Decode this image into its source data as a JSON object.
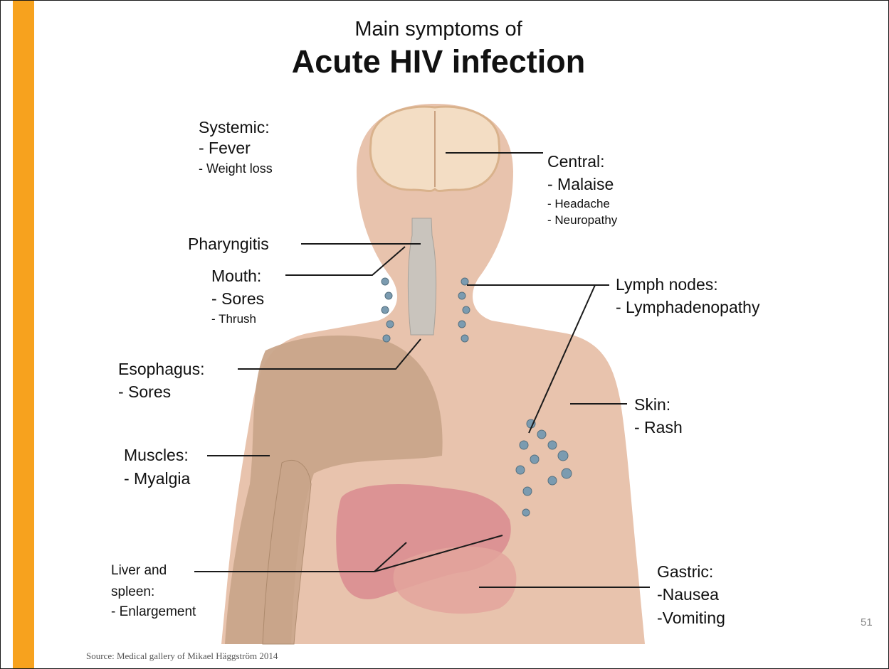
{
  "title": {
    "line1": "Main symptoms of",
    "line2": "Acute HIV infection"
  },
  "labels": {
    "systemic": {
      "heading": "Systemic:",
      "item1": "- Fever",
      "item2": "- Weight loss"
    },
    "central": {
      "heading": "Central:",
      "item1": "- Malaise",
      "item2": "- Headache",
      "item3": "- Neuropathy"
    },
    "pharyngitis": {
      "heading": "Pharyngitis"
    },
    "mouth": {
      "heading": "Mouth:",
      "item1": "- Sores",
      "item2": "- Thrush"
    },
    "lymph": {
      "heading": "Lymph nodes:",
      "item1": "- Lymphadenopathy"
    },
    "esophagus": {
      "heading": "Esophagus:",
      "item1": "- Sores"
    },
    "skin": {
      "heading": "Skin:",
      "item1": "- Rash"
    },
    "muscles": {
      "heading": "Muscles:",
      "item1": "- Myalgia"
    },
    "liver": {
      "line1": "Liver and",
      "line2": "spleen:",
      "item1": "- Enlargement"
    },
    "gastric": {
      "heading": "Gastric:",
      "item1": "-Nausea",
      "item2": "-Vomiting"
    }
  },
  "footer": {
    "source": "Source: Medical gallery of Mikael Häggström 2014",
    "page_number": "51"
  },
  "colors": {
    "accent": "#f7a21e",
    "skin": "#e8c3ad",
    "muscle": "#c9a58a",
    "organ": "#d98b8f",
    "lymph": "#7b9bb0",
    "brain": "#f3ddc4",
    "line": "#1a1a1a"
  }
}
